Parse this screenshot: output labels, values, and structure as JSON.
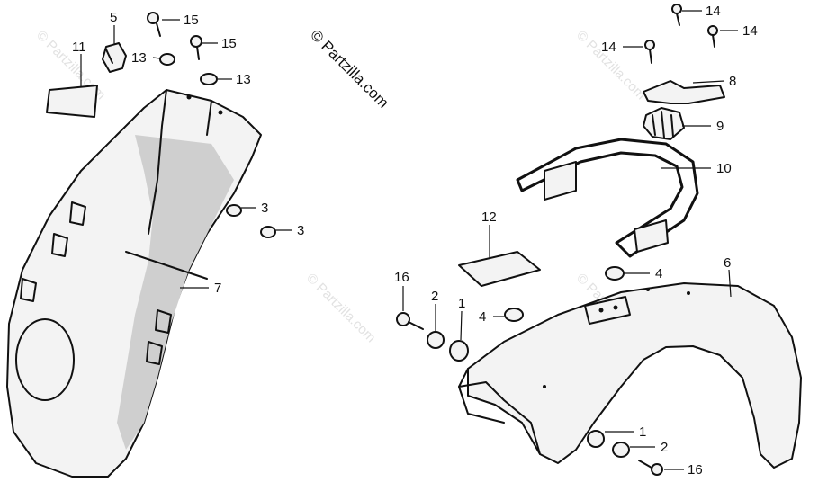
{
  "watermark": {
    "main_text": "© Partzilla.com",
    "faint_text": "© Partzilla.com"
  },
  "callouts": [
    {
      "id": "c5",
      "label": "5"
    },
    {
      "id": "c15a",
      "label": "15"
    },
    {
      "id": "c15b",
      "label": "15"
    },
    {
      "id": "c11",
      "label": "11"
    },
    {
      "id": "c13a",
      "label": "13"
    },
    {
      "id": "c13b",
      "label": "13"
    },
    {
      "id": "c3a",
      "label": "3"
    },
    {
      "id": "c3b",
      "label": "3"
    },
    {
      "id": "c7",
      "label": "7"
    },
    {
      "id": "c14a",
      "label": "14"
    },
    {
      "id": "c14b",
      "label": "14"
    },
    {
      "id": "c14c",
      "label": "14"
    },
    {
      "id": "c8",
      "label": "8"
    },
    {
      "id": "c9",
      "label": "9"
    },
    {
      "id": "c10",
      "label": "10"
    },
    {
      "id": "c12",
      "label": "12"
    },
    {
      "id": "c4a",
      "label": "4"
    },
    {
      "id": "c4b",
      "label": "4"
    },
    {
      "id": "c6",
      "label": "6"
    },
    {
      "id": "c16a",
      "label": "16"
    },
    {
      "id": "c2a",
      "label": "2"
    },
    {
      "id": "c1a",
      "label": "1"
    },
    {
      "id": "c1b",
      "label": "1"
    },
    {
      "id": "c2b",
      "label": "2"
    },
    {
      "id": "c16b",
      "label": "16"
    }
  ]
}
